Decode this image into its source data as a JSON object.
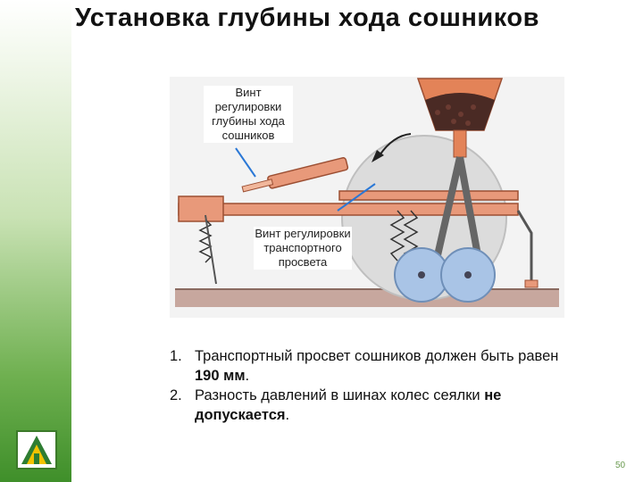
{
  "slide": {
    "title": "Установка глубины хода сошников",
    "page_number": "50"
  },
  "figure": {
    "callout_depth_screw": "Винт регулировки глубины хода сошников",
    "callout_transport_screw": "Винт регулировки транспортного просвета"
  },
  "notes": [
    {
      "num": "1.",
      "parts": [
        "Транспортный просвет сошников должен быть равен ",
        "190 мм",
        "."
      ]
    },
    {
      "num": "2.",
      "parts": [
        "Разность давлений в шинах колес сеялки ",
        "не допускается",
        "."
      ]
    }
  ],
  "colors": {
    "accent_green": "#3f8f2a",
    "machine_orange": "#e4875a",
    "wheel_blue": "#a9c4e6"
  }
}
